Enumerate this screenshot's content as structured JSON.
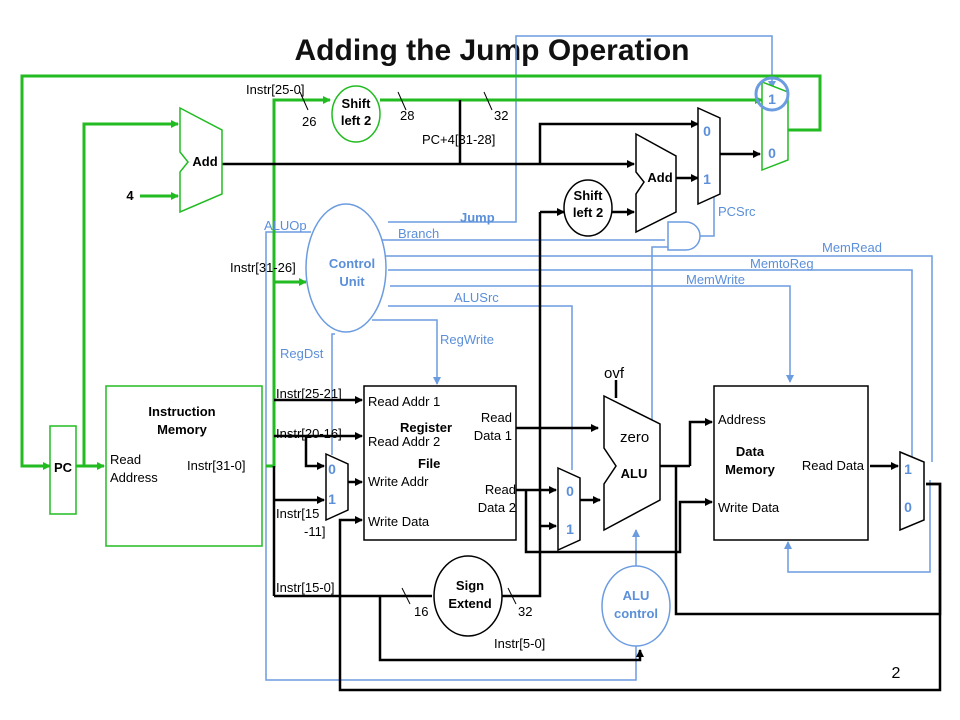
{
  "title": "Adding the Jump Operation",
  "page_number": "2",
  "colors": {
    "green": "#22bb22",
    "blue": "#6c9ce0",
    "black": "#000000"
  },
  "blocks": {
    "pc": "PC",
    "add1": "Add",
    "add2": "Add",
    "shift1": [
      "Shift",
      "left 2"
    ],
    "shift2": [
      "Shift",
      "left 2"
    ],
    "control": [
      "Control",
      "Unit"
    ],
    "instr_mem_title": [
      "Instruction",
      "Memory"
    ],
    "instr_mem_read": [
      "Read",
      "Address"
    ],
    "instr_mem_out": "Instr[31-0]",
    "register_title": "Register",
    "register_file": "File",
    "reg_ra1": "Read Addr 1",
    "reg_ra2": "Read Addr 2",
    "reg_wa": "Write Addr",
    "reg_wd": "Write Data",
    "reg_rd1": [
      "Read",
      "Data 1"
    ],
    "reg_rd2": [
      "Read",
      "Data 2"
    ],
    "alu": "ALU",
    "zero": "zero",
    "ovf": "ovf",
    "dmem_address": "Address",
    "dmem_title": [
      "Data",
      "Memory"
    ],
    "dmem_readdata": "Read Data",
    "dmem_writedata": "Write Data",
    "sign_extend": [
      "Sign",
      "Extend"
    ],
    "alu_control": [
      "ALU",
      "control"
    ]
  },
  "signals": {
    "instr_25_0": "Instr[25-0]",
    "w26": "26",
    "w28": "28",
    "w32a": "32",
    "pc4": "PC+4[31-28]",
    "four": "4",
    "jump": "Jump",
    "branch": "Branch",
    "aluop": "ALUOp",
    "instr_31_26": "Instr[31-26]",
    "memread": "MemRead",
    "memtoreg": "MemtoReg",
    "memwrite": "MemWrite",
    "alusrc": "ALUSrc",
    "regwrite": "RegWrite",
    "regdst": "RegDst",
    "pcsrc": "PCSrc",
    "instr_25_21": "Instr[25-21]",
    "instr_20_16": "Instr[20-16]",
    "instr_15_11a": "Instr[15",
    "instr_15_11b": "-11]",
    "instr_15_0": "Instr[15-0]",
    "w16": "16",
    "w32b": "32",
    "instr_5_0": "Instr[5-0]"
  },
  "mux_labels": {
    "zero": "0",
    "one": "1"
  }
}
